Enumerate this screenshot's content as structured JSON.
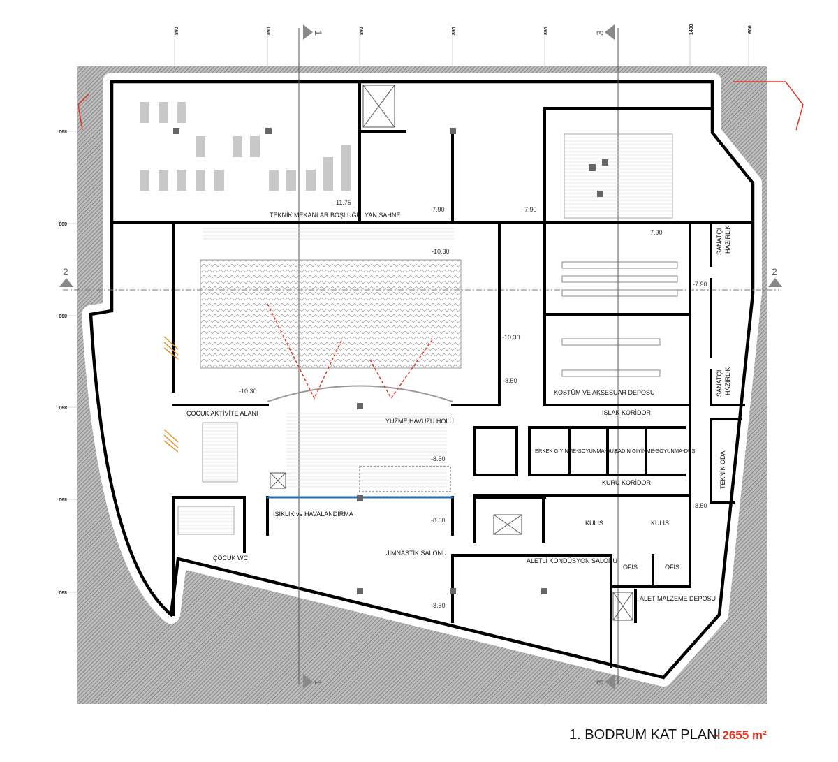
{
  "title": {
    "name": "1. BODRUM KAT PLANI",
    "area": "- 2655 m²"
  },
  "dimensions": {
    "top": [
      "890",
      "890",
      "890",
      "890",
      "890",
      "1400",
      "600"
    ],
    "left": [
      "890",
      "890",
      "890",
      "890",
      "890",
      "890"
    ]
  },
  "sections": {
    "s1": "1",
    "s2": "2",
    "s3": "3"
  },
  "rooms": {
    "teknik_mekanlar": "TEKNİK MEKANLAR BOŞLUĞU",
    "yan_sahne": "YAN SAHNE",
    "cocuk_aktivite": "ÇOCUK AKTİVİTE ALANI",
    "yuzme_holu": "YÜZME HAVUZU HOLÜ",
    "islak_koridor": "ISLAK KORİDOR",
    "erkek": "ERKEK GİYİNME-SOYUNMA-DUŞ",
    "kadin": "KADIN GİYİNME-SOYUNMA-DUŞ",
    "kuru_koridor": "KURU KORİDOR",
    "kulis": "KULİS",
    "isiklik": "IŞIKLIK ve HAVALANDIRMA",
    "jimnastik": "JİMNASTİK SALONU",
    "aletli": "ALETLİ KONDÜSYON SALONU",
    "ofis": "OFİS",
    "alet_malzeme": "ALET-MALZEME DEPOSU",
    "kostum": "KOSTÜM VE AKSESUAR DEPOSU",
    "cocuk_wc": "ÇOCUK WC",
    "teknik_oda": "TEKNİK ODA",
    "sanatci": "SANATÇI",
    "hazirlik": "HAZIRLIK"
  },
  "elevations": {
    "e1175": "-11.75",
    "e790": "-7.90",
    "e1030": "-10.30",
    "e850": "-8.50"
  },
  "colors": {
    "accent": "#e53524",
    "skylight": "#2a6fb0",
    "stair_arrow": "#e8902a"
  }
}
